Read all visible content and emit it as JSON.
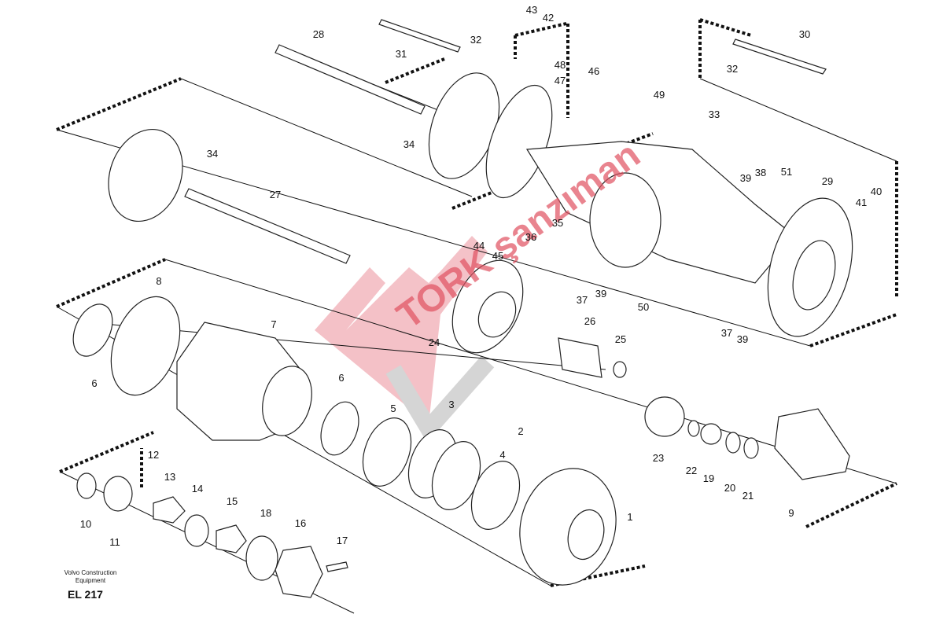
{
  "diagram": {
    "caption_line1": "Volvo Construction",
    "caption_line2": "Equipment",
    "code": "EL 217",
    "watermark": "TORK şanzıman",
    "callouts": [
      "28",
      "31",
      "32",
      "43",
      "42",
      "48",
      "47",
      "46",
      "49",
      "33",
      "30",
      "32",
      "34",
      "34",
      "27",
      "39",
      "38",
      "51",
      "29",
      "40",
      "41",
      "44",
      "45",
      "36",
      "35",
      "8",
      "37",
      "39",
      "50",
      "37",
      "39",
      "7",
      "24",
      "26",
      "25",
      "6",
      "6",
      "5",
      "3",
      "4",
      "2",
      "23",
      "22",
      "19",
      "20",
      "21",
      "9",
      "1",
      "12",
      "13",
      "14",
      "15",
      "18",
      "16",
      "17",
      "10",
      "11"
    ]
  },
  "colors": {
    "watermark_red": "#e05060",
    "watermark_gray": "#888888"
  }
}
